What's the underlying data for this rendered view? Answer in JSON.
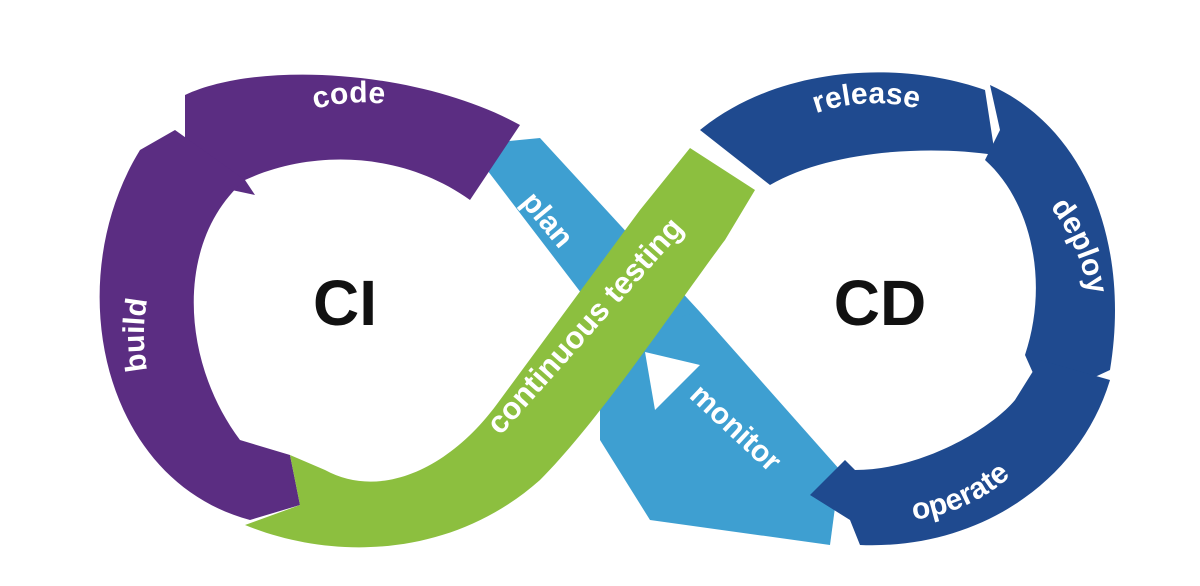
{
  "left_loop": {
    "title": "CI",
    "segments": {
      "code": "code",
      "build": "build"
    }
  },
  "right_loop": {
    "title": "CD",
    "segments": {
      "release": "release",
      "deploy": "deploy",
      "operate": "operate"
    }
  },
  "crossing": {
    "plan": "plan",
    "monitor": "monitor",
    "continuous_testing": "continuous testing"
  },
  "colors": {
    "purple": "#5b2d82",
    "navy": "#1f4a8f",
    "light_blue": "#3e9fd1",
    "green": "#8cbf3f"
  }
}
